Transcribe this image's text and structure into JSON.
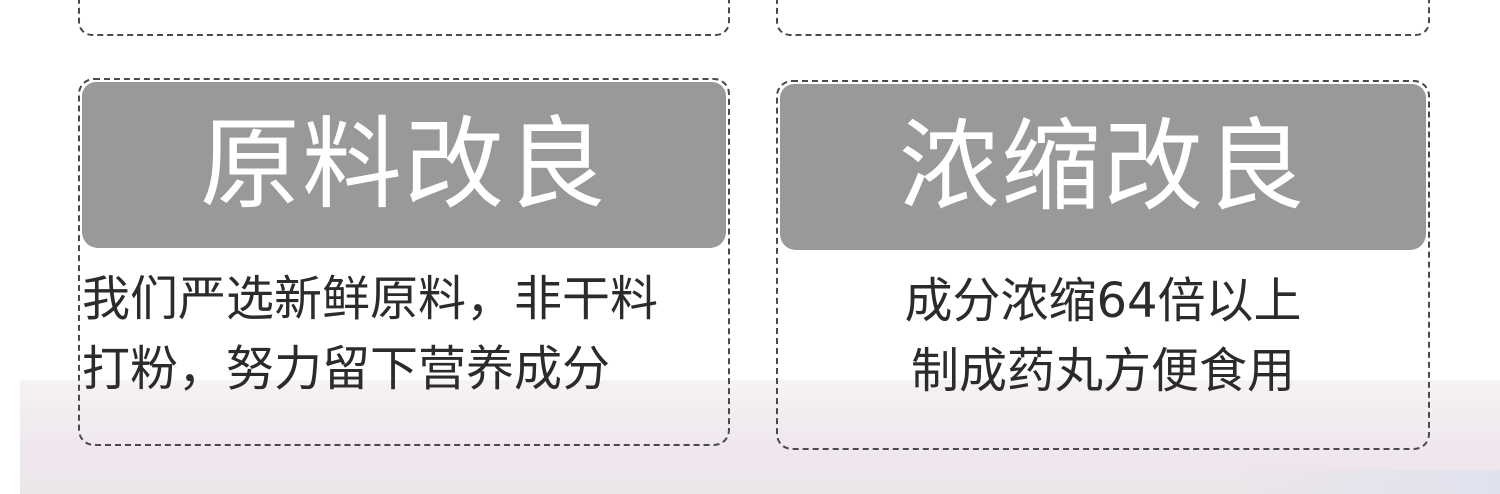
{
  "cards": [
    {
      "title": "原料改良",
      "lines": [
        "我们严选新鲜原料，非干料",
        "打粉，努力留下营养成分"
      ]
    },
    {
      "title": "浓缩改良",
      "lines": [
        "成分浓缩64倍以上",
        "制成药丸方便食用"
      ]
    }
  ],
  "colors": {
    "title_bg": "#999999",
    "title_text": "#ffffff",
    "border": "#4a4a4a",
    "body_text": "#2b2b2b"
  }
}
